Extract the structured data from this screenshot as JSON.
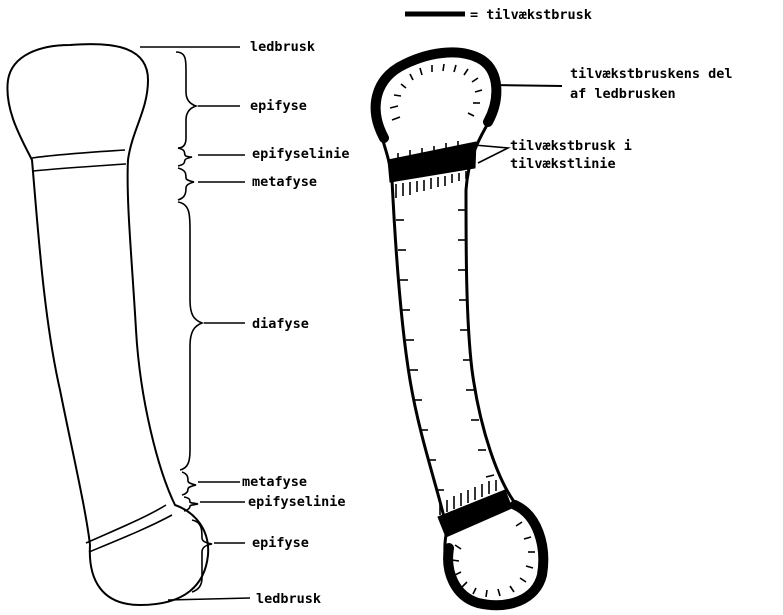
{
  "legend": {
    "symbol_text": "= tilvækstbrusk"
  },
  "left_labels": {
    "ledbrusk_top": "ledbrusk",
    "epifyse_top": "epifyse",
    "epifyselinie_top": "epifyselinie",
    "metafyse_top": "metafyse",
    "diafyse": "diafyse",
    "metafyse_bottom": "metafyse",
    "epifyselinie_bottom": "epifyselinie",
    "epifyse_bottom": "epifyse",
    "ledbrusk_bottom": "ledbrusk"
  },
  "right_labels": {
    "del_line1": "tilvækstbruskens del",
    "del_line2": "af ledbrusken",
    "linie_line1": "tilvækstbrusk i",
    "linie_line2": "tilvækstlinie"
  },
  "colors": {
    "ink": "#000000",
    "paper": "#ffffff"
  }
}
